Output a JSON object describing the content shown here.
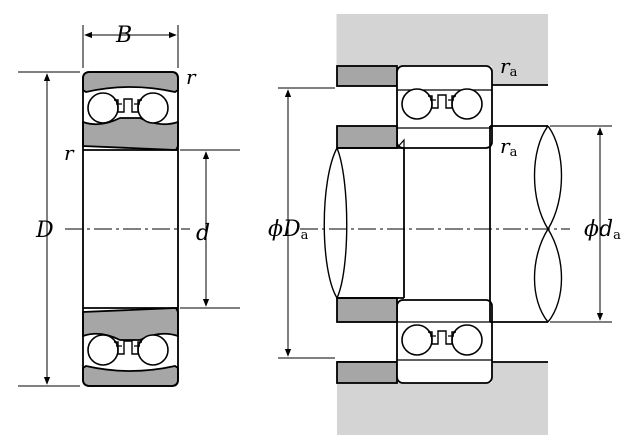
{
  "labels": {
    "width_symbol": "B",
    "outer_diameter_symbol": "D",
    "bore_symbol": "d",
    "chamfer_outer_symbol": "r",
    "chamfer_inner_symbol": "r",
    "phi": "ϕ",
    "housing_shoulder_symbol": "D",
    "housing_shoulder_sub": "a",
    "shaft_shoulder_symbol": "d",
    "shaft_shoulder_sub": "a",
    "fillet_top_symbol": "r",
    "fillet_top_sub": "a",
    "fillet_mid_symbol": "r",
    "fillet_mid_sub": "a"
  },
  "colors": {
    "line": "#000000",
    "ring_fill": "#a6a6a6",
    "housing_fill": "#d4d4d4",
    "ball_fill": "#ffffff",
    "background": "#ffffff"
  }
}
